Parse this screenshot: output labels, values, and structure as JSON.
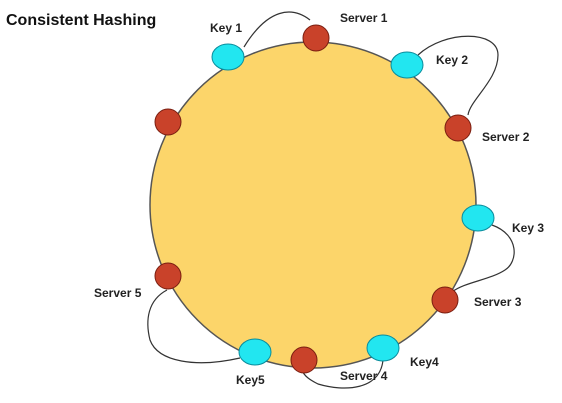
{
  "title": "Consistent Hashing",
  "colors": {
    "ring_fill": "#fcd56a",
    "ring_stroke": "#555555",
    "server_fill": "#c9422a",
    "server_stroke": "#7a1e10",
    "key_fill": "#22e6f0",
    "key_stroke": "#0a8c9c",
    "connector": "#333333"
  },
  "servers": [
    {
      "label": "Server 1"
    },
    {
      "label": "Server 2"
    },
    {
      "label": "Server 3"
    },
    {
      "label": "Server 4"
    },
    {
      "label": "Server 5"
    },
    {
      "label": ""
    }
  ],
  "keys": [
    {
      "label": "Key 1"
    },
    {
      "label": "Key 2"
    },
    {
      "label": "Key 3"
    },
    {
      "label": "Key4"
    },
    {
      "label": "Key5"
    }
  ],
  "mappings": [
    {
      "key": "Key 1",
      "server": "Server 1"
    },
    {
      "key": "Key 2",
      "server": "Server 2"
    },
    {
      "key": "Key 3",
      "server": "Server 3"
    },
    {
      "key": "Key4",
      "server": "Server 4"
    },
    {
      "key": "Key5",
      "server": "Server 5"
    }
  ]
}
